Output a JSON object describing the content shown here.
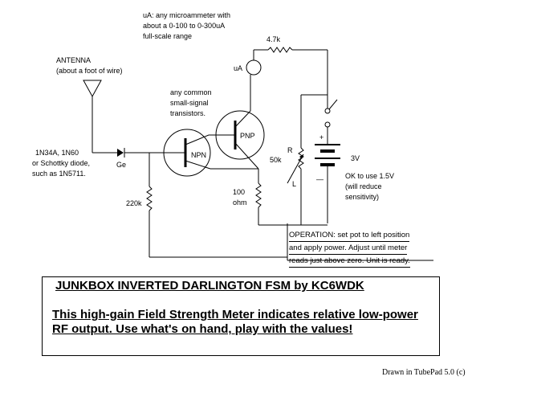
{
  "notes": {
    "microammeter": [
      "uA: any microammeter with",
      "about a 0-100 to 0-300uA",
      "full-scale range"
    ],
    "antenna": [
      "ANTENNA",
      "(about a foot of wire)"
    ],
    "transistors": [
      "any common",
      "small-signal",
      "transistors."
    ],
    "diode": [
      "1N34A, 1N60",
      "or Schottky diode,",
      "such as 1N5711."
    ],
    "battery_note": [
      "OK to use 1.5V",
      "(will reduce",
      "sensitivity)"
    ],
    "operation": [
      "OPERATION: set pot to left position",
      "and apply power. Adjust until meter",
      "reads just above zero. Unit is ready."
    ]
  },
  "components": {
    "r_top": "4.7k",
    "meter": "uA",
    "pnp": "PNP",
    "npn": "NPN",
    "diode": "Ge",
    "r_base": "220k",
    "r_emitter": [
      "100",
      "ohm"
    ],
    "pot": "50k",
    "pot_r": "R",
    "pot_l": "L",
    "battery": "3V",
    "plus": "+",
    "minus": "—"
  },
  "title_block": {
    "title": "JUNKBOX INVERTED DARLINGTON FSM by KC6WDK",
    "description": "This high-gain Field Strength Meter indicates relative low-power RF output. Use what's on hand, play with the values!"
  },
  "credit": "Drawn in TubePad 5.0 (c)"
}
